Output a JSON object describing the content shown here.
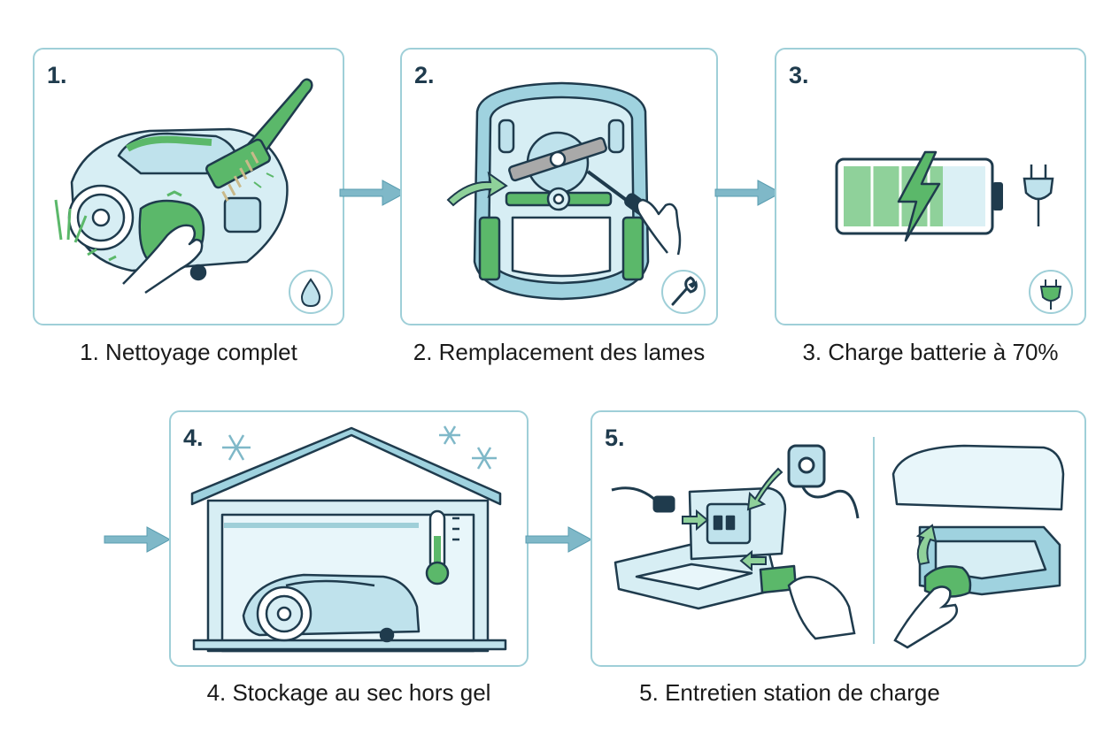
{
  "steps": [
    {
      "number": "1.",
      "caption": "1. Nettoyage complet",
      "badge_icon": "water-drop-icon"
    },
    {
      "number": "2.",
      "caption": "2. Remplacement des lames",
      "badge_icon": "wrench-icon"
    },
    {
      "number": "3.",
      "caption": "3. Charge batterie à 70%",
      "badge_icon": "plug-icon"
    },
    {
      "number": "4.",
      "caption": "4. Stockage au sec hors gel",
      "badge_icon": "snowflake-icon"
    },
    {
      "number": "5.",
      "caption": "5. Entretien station de charge",
      "badge_icon": ""
    }
  ],
  "battery_level_percent": 70,
  "colors": {
    "outline": "#1f3b4d",
    "panel_border": "#9fcfd8",
    "light_blue": "#d7eef4",
    "mid_blue": "#bfe2ec",
    "green": "#5bb86a",
    "light_green": "#8fd19a",
    "arrow": "#7fb8c8"
  }
}
